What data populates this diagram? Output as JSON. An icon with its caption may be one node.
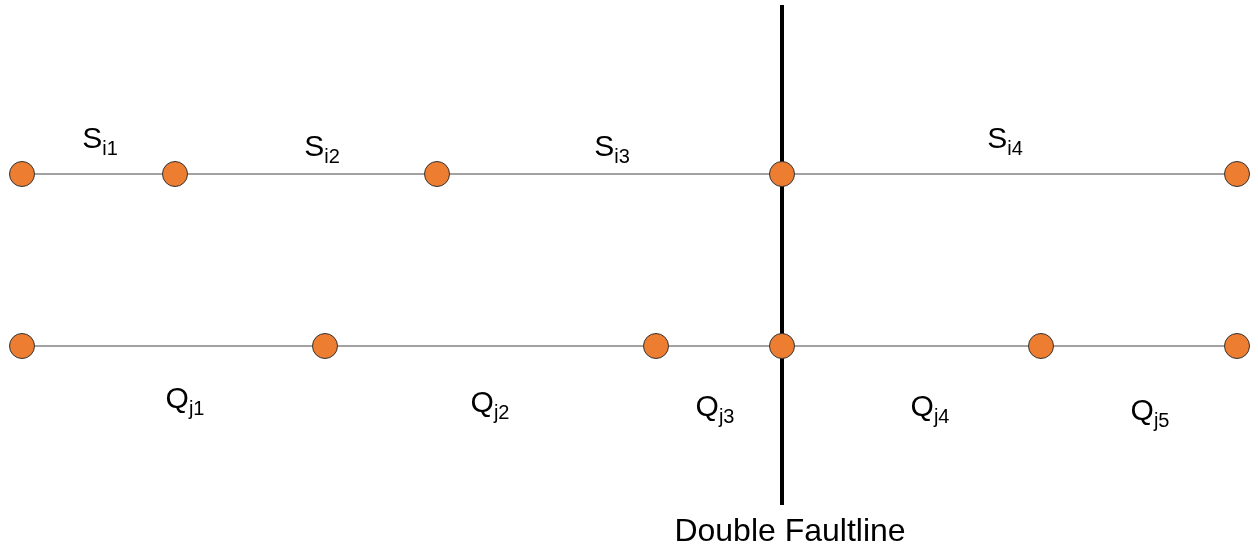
{
  "diagram": {
    "nodes": [
      {
        "text": [],
        "shape": "circle"
      },
      {
        "text": [],
        "shape": "circle"
      },
      {
        "text": [],
        "shape": "circle"
      },
      {
        "text": [],
        "shape": "circle"
      },
      {
        "text": [],
        "shape": "circle"
      },
      {
        "text": [],
        "shape": "circle"
      },
      {
        "text": [],
        "shape": "circle"
      },
      {
        "text": [],
        "shape": "circle"
      },
      {
        "text": [],
        "shape": "circle"
      },
      {
        "text": [],
        "shape": "circle"
      },
      {
        "text": [],
        "shape": "circle"
      }
    ],
    "edges": [
      {
        "from": 0,
        "to": 1,
        "arrow": "none",
        "label": "S$_{i1}$"
      },
      {
        "from": 1,
        "to": 2,
        "arrow": "none",
        "label": "S$_{i2}$"
      },
      {
        "from": 2,
        "to": 3,
        "arrow": "none",
        "label": "S$_{i3}$"
      },
      {
        "from": 3,
        "to": 4,
        "arrow": "none",
        "label": "S$_{i4}$"
      },
      {
        "from": 5,
        "to": 6,
        "arrow": "none",
        "label": "Q$_{j1}$"
      },
      {
        "from": 6,
        "to": 7,
        "arrow": "none",
        "label": "Q$_{j2}$"
      },
      {
        "from": 7,
        "to": 8,
        "arrow": "none",
        "label": "Q$_{j3}$"
      },
      {
        "from": 8,
        "to": 9,
        "arrow": "none",
        "label": "Q$_{j4}$"
      },
      {
        "from": 9,
        "to": 10,
        "arrow": "none",
        "label": "Q$_{j5}$"
      }
    ],
    "labels": [
      "Double Faultline"
    ]
  }
}
